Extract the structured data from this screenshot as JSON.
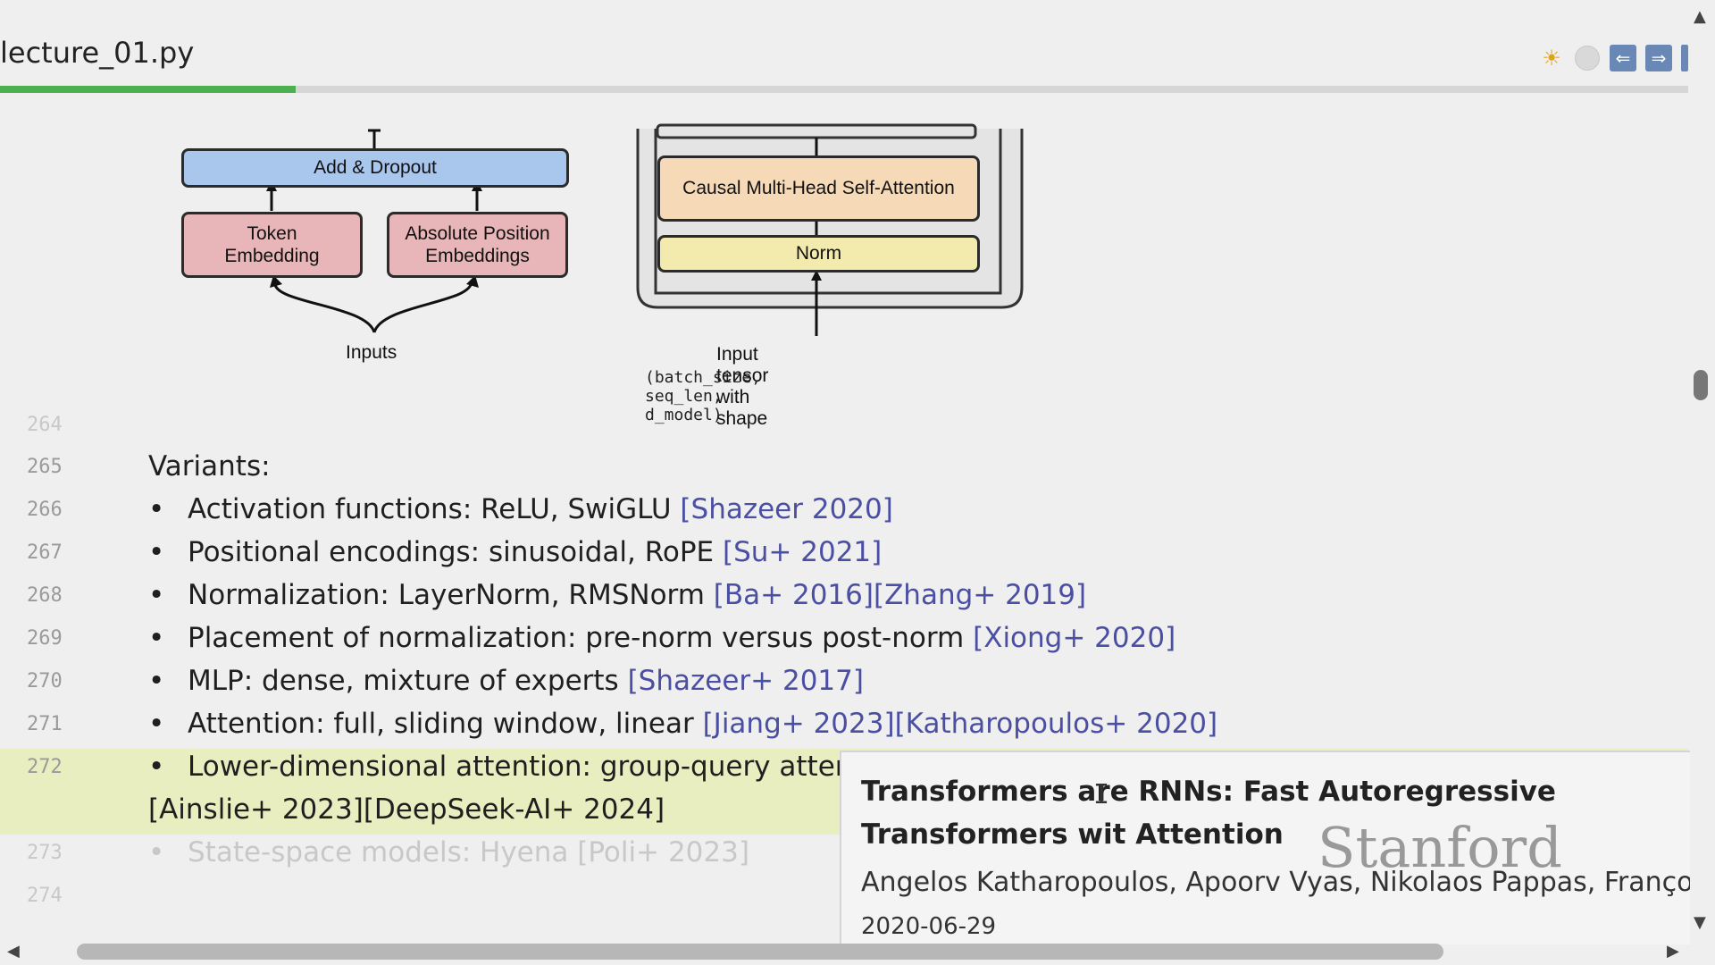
{
  "window": {
    "title": "lecture_01.py"
  },
  "toolbar": {
    "icons": [
      "weather-icon",
      "circle-icon",
      "arrow-left-icon",
      "arrow-right-icon"
    ],
    "arrow_left": "⇐",
    "arrow_right": "⇒"
  },
  "progress": {
    "fraction": 0.175,
    "color": "#4caf50"
  },
  "diagram_left": {
    "top_box": "Add & Dropout",
    "left_box_l1": "Token",
    "left_box_l2": "Embedding",
    "right_box_l1": "Absolute Position",
    "right_box_l2": "Embeddings",
    "caption": "Inputs"
  },
  "diagram_right": {
    "attn_box": "Causal Multi-Head Self-Attention",
    "norm_box": "Norm",
    "caption": "Input tensor with shape",
    "shape": "(batch_size, seq_len, d_model)"
  },
  "lines": [
    {
      "num": "264",
      "text": "",
      "cite": ""
    },
    {
      "num": "265",
      "text": "Variants:",
      "cite": ""
    },
    {
      "num": "266",
      "text": "Activation functions: ReLU, SwiGLU ",
      "cite": "[Shazeer 2020]"
    },
    {
      "num": "267",
      "text": "Positional encodings: sinusoidal, RoPE ",
      "cite": "[Su+ 2021]"
    },
    {
      "num": "268",
      "text": "Normalization: LayerNorm, RMSNorm ",
      "cite": "[Ba+ 2016][Zhang+ 2019]"
    },
    {
      "num": "269",
      "text": "Placement of normalization: pre-norm versus post-norm ",
      "cite": "[Xiong+ 2020]"
    },
    {
      "num": "270",
      "text": "MLP: dense, mixture of experts ",
      "cite": "[Shazeer+ 2017]"
    },
    {
      "num": "271",
      "text": "Attention: full, sliding window, linear ",
      "cite": "[Jiang+ 2023][Katharopoulos+ 2020]"
    },
    {
      "num": "272",
      "text": "Lower-dimensional attention: group-query attentio",
      "cite": ""
    },
    {
      "num": "",
      "text": "",
      "cite": "[Ainslie+ 2023][DeepSeek-AI+ 2024]"
    },
    {
      "num": "273",
      "text": "State-space models: Hyena ",
      "cite": "[Poli+ 2023]"
    },
    {
      "num": "274",
      "text": "",
      "cite": ""
    }
  ],
  "tooltip": {
    "title": "Transformers are RNNs: Fast Autoregressive Transformers wit Attention",
    "authors": "Angelos Katharopoulos, Apoorv Vyas, Nikolaos Pappas, François F",
    "date": "2020-06-29"
  },
  "watermark": "Stanford"
}
